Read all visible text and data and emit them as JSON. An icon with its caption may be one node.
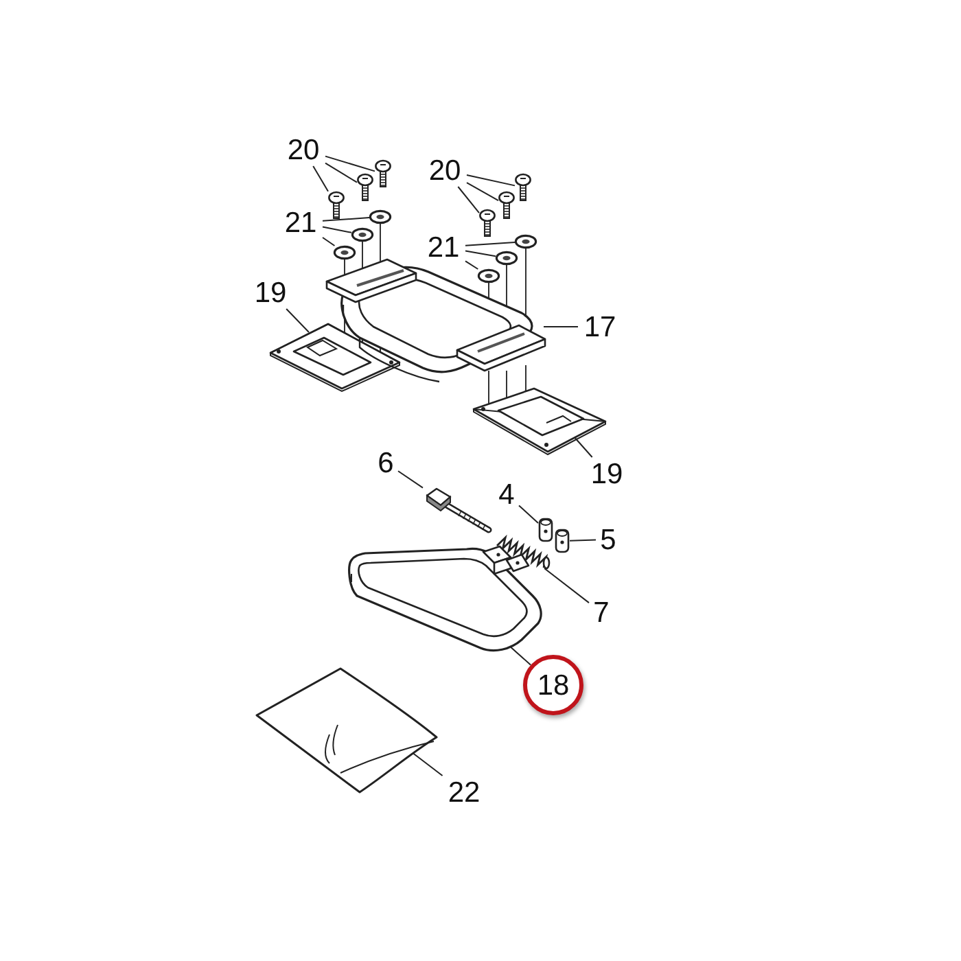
{
  "diagram": {
    "nodes": [
      {
        "text": [
          "20"
        ]
      },
      {
        "text": [],
        "shape": "picture"
      },
      {
        "text": [],
        "shape": "picture"
      },
      {
        "text": [],
        "shape": "picture"
      },
      {
        "text": [
          "20"
        ]
      },
      {
        "text": [],
        "shape": "picture"
      },
      {
        "text": [],
        "shape": "picture"
      },
      {
        "text": [],
        "shape": "picture"
      },
      {
        "text": [
          "21"
        ]
      },
      {
        "text": [],
        "shape": "picture"
      },
      {
        "text": [],
        "shape": "picture"
      },
      {
        "text": [],
        "shape": "picture"
      },
      {
        "text": [
          "21"
        ]
      },
      {
        "text": [],
        "shape": "picture"
      },
      {
        "text": [],
        "shape": "picture"
      },
      {
        "text": [],
        "shape": "picture"
      },
      {
        "text": [
          "19"
        ]
      },
      {
        "text": [],
        "shape": "picture"
      },
      {
        "text": [],
        "shape": "picture"
      },
      {
        "text": [
          "17"
        ]
      },
      {
        "text": [
          "19"
        ]
      },
      {
        "text": [],
        "shape": "picture"
      },
      {
        "text": [
          "6"
        ]
      },
      {
        "text": [],
        "shape": "picture"
      },
      {
        "text": [
          "4"
        ]
      },
      {
        "text": [],
        "shape": "picture"
      },
      {
        "text": [
          "5"
        ]
      },
      {
        "text": [],
        "shape": "picture"
      },
      {
        "text": [
          "7"
        ]
      },
      {
        "text": [],
        "shape": "picture"
      },
      {
        "text": [
          "18"
        ]
      },
      {
        "text": [],
        "shape": "picture"
      },
      {
        "text": [
          "22"
        ]
      },
      {
        "text": [],
        "shape": "picture"
      }
    ],
    "edges": [
      {
        "from": 0,
        "to": 1,
        "arrow": "none"
      },
      {
        "from": 0,
        "to": 2,
        "arrow": "none"
      },
      {
        "from": 0,
        "to": 3,
        "arrow": "none"
      },
      {
        "from": 4,
        "to": 5,
        "arrow": "none"
      },
      {
        "from": 4,
        "to": 6,
        "arrow": "none"
      },
      {
        "from": 4,
        "to": 7,
        "arrow": "none"
      },
      {
        "from": 8,
        "to": 9,
        "arrow": "none"
      },
      {
        "from": 8,
        "to": 10,
        "arrow": "none"
      },
      {
        "from": 8,
        "to": 11,
        "arrow": "none"
      },
      {
        "from": 12,
        "to": 13,
        "arrow": "none"
      },
      {
        "from": 12,
        "to": 14,
        "arrow": "none"
      },
      {
        "from": 12,
        "to": 15,
        "arrow": "none"
      },
      {
        "from": 16,
        "to": 17,
        "arrow": "none"
      },
      {
        "from": 19,
        "to": 18,
        "arrow": "none"
      },
      {
        "from": 20,
        "to": 21,
        "arrow": "none"
      },
      {
        "from": 22,
        "to": 23,
        "arrow": "none"
      },
      {
        "from": 24,
        "to": 25,
        "arrow": "none"
      },
      {
        "from": 26,
        "to": 27,
        "arrow": "none"
      },
      {
        "from": 28,
        "to": 29,
        "arrow": "none"
      },
      {
        "from": 30,
        "to": 31,
        "arrow": "none"
      },
      {
        "from": 32,
        "to": 33,
        "arrow": "none"
      }
    ]
  }
}
